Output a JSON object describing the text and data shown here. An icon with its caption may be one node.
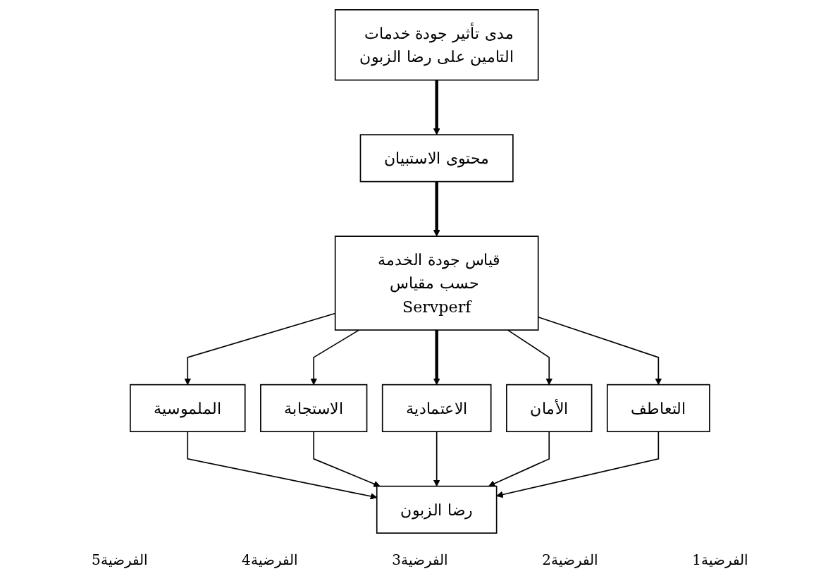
{
  "diagram": {
    "nodes": [
      {
        "text": [
          "مدى تأثير جودة خدمات التامين على رضا الزبون"
        ]
      },
      {
        "text": [
          "محتوى الاستبيان"
        ]
      },
      {
        "text": [
          "قياس جودة الخدمة حسب مقياس Servperf"
        ]
      },
      {
        "text": [
          "الملموسية"
        ]
      },
      {
        "text": [
          "الاستجابة"
        ]
      },
      {
        "text": [
          "الاعتمادية"
        ]
      },
      {
        "text": [
          "الأمان"
        ]
      },
      {
        "text": [
          "التعاطف"
        ]
      },
      {
        "text": [
          "رضا الزبون"
        ]
      }
    ],
    "edges": [
      {
        "from": 0,
        "to": 1,
        "arrow": "to",
        "style": "thick"
      },
      {
        "from": 1,
        "to": 2,
        "arrow": "to",
        "style": "thick"
      },
      {
        "from": 2,
        "to": 3,
        "arrow": "to"
      },
      {
        "from": 2,
        "to": 4,
        "arrow": "to"
      },
      {
        "from": 2,
        "to": 5,
        "arrow": "to",
        "style": "thick"
      },
      {
        "from": 2,
        "to": 6,
        "arrow": "to"
      },
      {
        "from": 2,
        "to": 7,
        "arrow": "to"
      },
      {
        "from": 3,
        "to": 8,
        "arrow": "to"
      },
      {
        "from": 4,
        "to": 8,
        "arrow": "to"
      },
      {
        "from": 5,
        "to": 8,
        "arrow": "to"
      },
      {
        "from": 6,
        "to": 8,
        "arrow": "to"
      },
      {
        "from": 7,
        "to": 8,
        "arrow": "to"
      }
    ],
    "labels": [
      "الفرضية1",
      "الفرضية2",
      "الفرضية3",
      "الفرضية4",
      "الفرضية5"
    ]
  }
}
